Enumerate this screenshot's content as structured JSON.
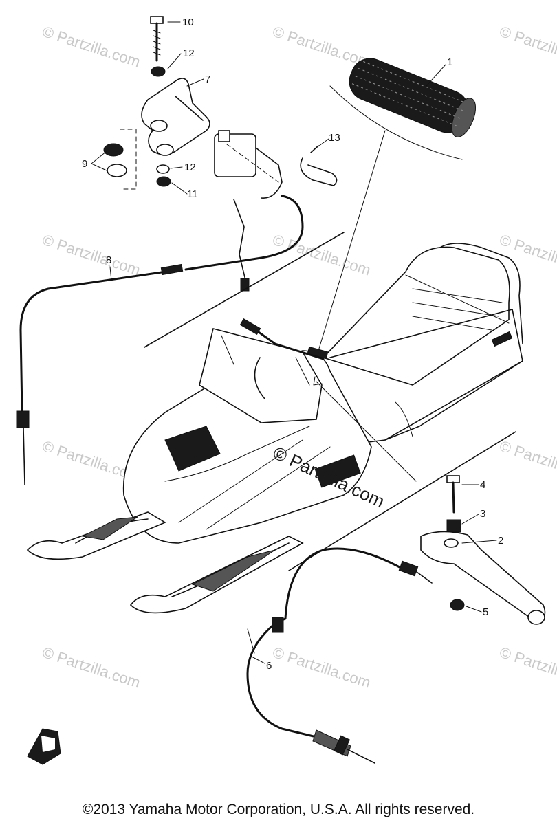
{
  "callouts": {
    "c1": "1",
    "c2": "2",
    "c3": "3",
    "c4": "4",
    "c5": "5",
    "c6": "6",
    "c7": "7",
    "c8": "8",
    "c9": "9",
    "c10": "10",
    "c11": "11",
    "c12a": "12",
    "c12b": "12",
    "c13": "13"
  },
  "watermark": {
    "text": "© Partzilla.com",
    "center_text": "© Partzilla.com"
  },
  "footer": {
    "copyright": "©2013 Yamaha Motor Corporation, U.S.A. All rights reserved."
  }
}
